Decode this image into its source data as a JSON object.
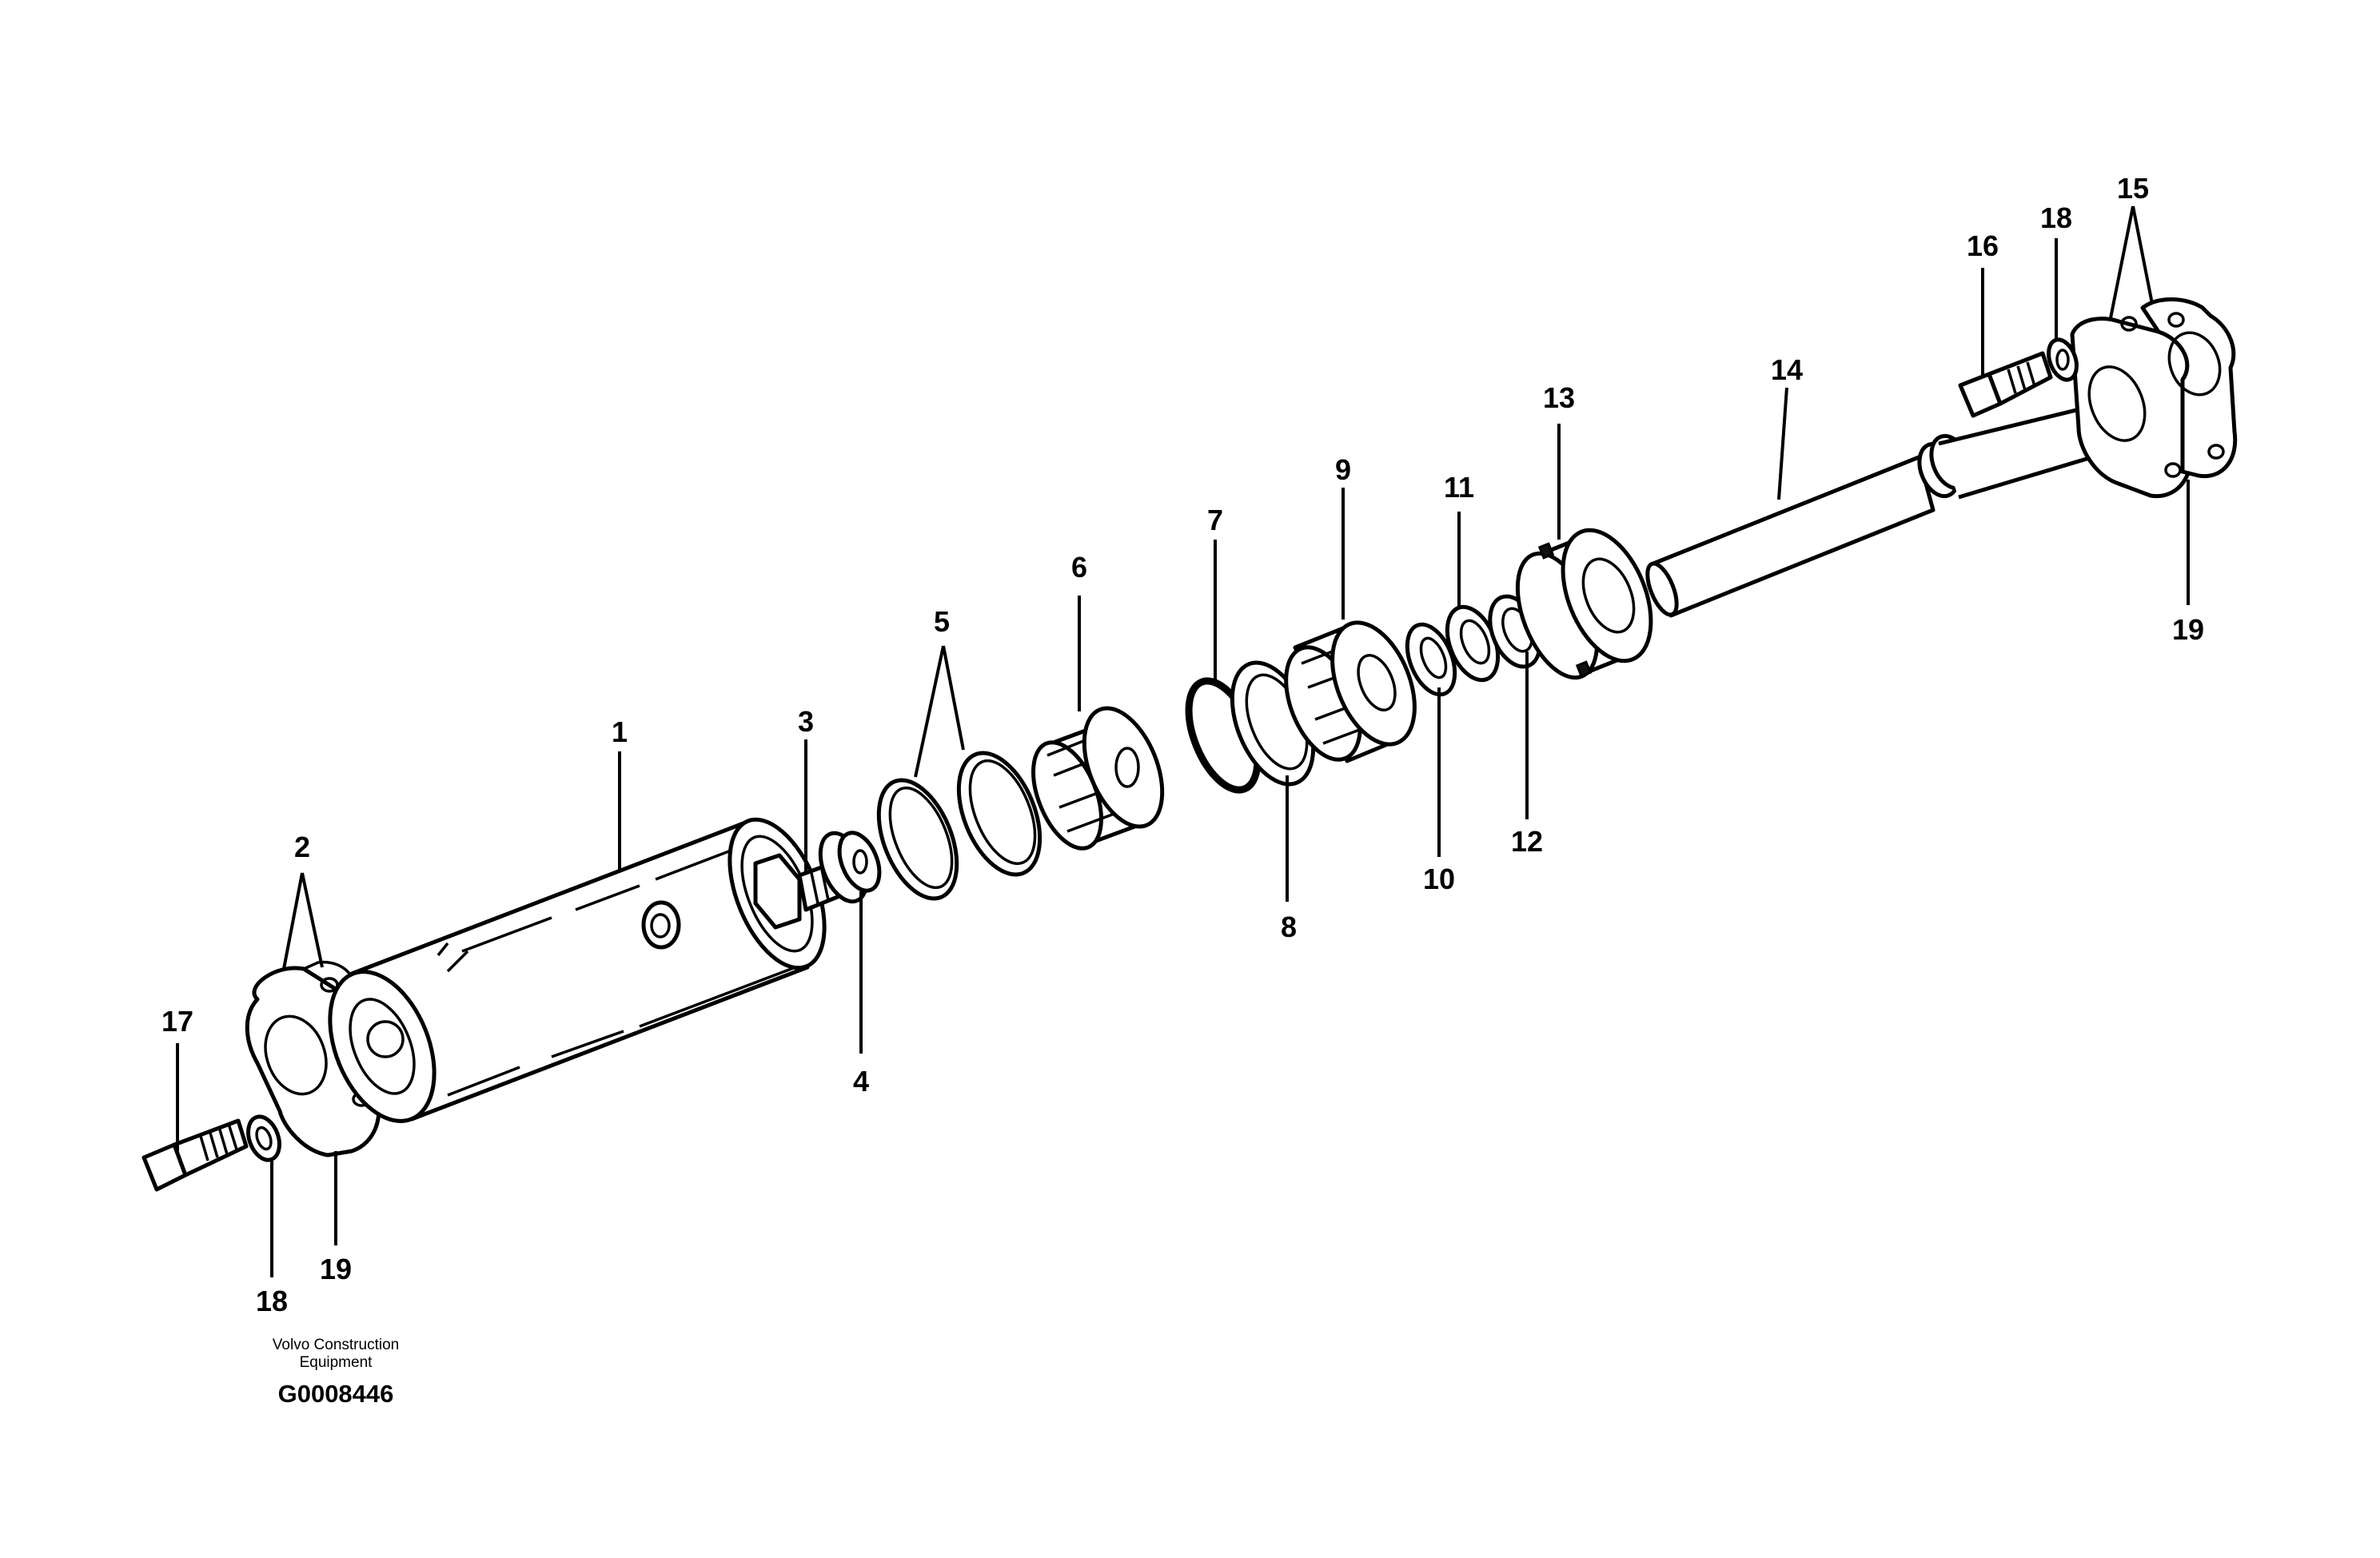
{
  "figure": {
    "callouts": [
      {
        "id": "1",
        "label": "1"
      },
      {
        "id": "2",
        "label": "2"
      },
      {
        "id": "3",
        "label": "3"
      },
      {
        "id": "4",
        "label": "4"
      },
      {
        "id": "5",
        "label": "5"
      },
      {
        "id": "6",
        "label": "6"
      },
      {
        "id": "7",
        "label": "7"
      },
      {
        "id": "8",
        "label": "8"
      },
      {
        "id": "9",
        "label": "9"
      },
      {
        "id": "10",
        "label": "10"
      },
      {
        "id": "11",
        "label": "11"
      },
      {
        "id": "12",
        "label": "12"
      },
      {
        "id": "13",
        "label": "13"
      },
      {
        "id": "14",
        "label": "14"
      },
      {
        "id": "15",
        "label": "15"
      },
      {
        "id": "16",
        "label": "16"
      },
      {
        "id": "17",
        "label": "17"
      },
      {
        "id": "18a",
        "label": "18"
      },
      {
        "id": "18b",
        "label": "18"
      },
      {
        "id": "19a",
        "label": "19"
      },
      {
        "id": "19b",
        "label": "19"
      }
    ]
  },
  "credit": {
    "line1": "Volvo Construction",
    "line2": "Equipment",
    "code": "G0008446"
  }
}
